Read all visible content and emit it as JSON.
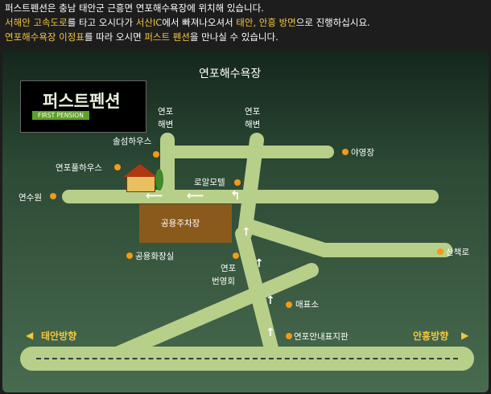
{
  "intro": {
    "line1": "퍼스트펜션은 충남 태안군 근흥면 연포해수욕장에 위치해 있습니다.",
    "line2_part1": "서해안 고속도로",
    "line2_part2": "를 타고 오시다가 ",
    "line2_part3": "서산IC",
    "line2_part4": "에서 빠져나오셔서 ",
    "line2_part5": "태안, 안흥 방면",
    "line2_part6": "으로 진행하십시요.",
    "line3_part1": "연포해수욕장 이정표",
    "line3_part2": "를 따라 오시면 ",
    "line3_part3": "퍼스트 펜션",
    "line3_part4": "을 만나실 수 있습니다."
  },
  "map": {
    "title": "연포해수욕장",
    "logo_korean": "퍼스트펜션",
    "logo_english": "FIRST PENSION",
    "road_label_left_top": "연포",
    "road_label_left_bottom": "해변",
    "road_label_right_top": "연포",
    "road_label_right_bottom": "해변",
    "poi_solseom": "솔섬하우스",
    "poi_campsite": "야영장",
    "poi_yeonpo_pool": "연포풀하우스",
    "poi_royal_motel": "로알모텔",
    "poi_training_center": "연수원",
    "parking_label": "공용주차장",
    "poi_public_toilet": "공용화장실",
    "poi_walkway": "산책로",
    "poi_branch_top": "연포",
    "poi_branch_bottom": "번영회",
    "poi_ticket_office": "매표소",
    "poi_info_sign": "연포안내표지판",
    "direction_left": "태안방향",
    "direction_right": "안흥방향"
  },
  "colors": {
    "road": "#b8cf8a",
    "highlight": "#f2c640",
    "poi_dot": "#f29a1a",
    "parking": "#8a5a1c"
  },
  "icons": [
    "house-icon",
    "left-arrow-icon",
    "up-arrow-icon",
    "poi-dot-icon"
  ]
}
